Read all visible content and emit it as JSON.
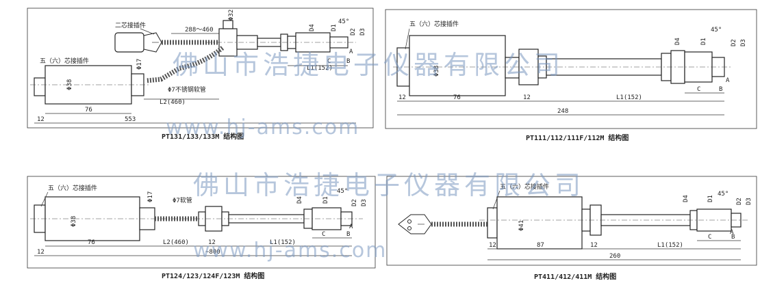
{
  "panels": [
    {
      "caption": "PT131/133/133M 结构图",
      "labels": {
        "connector2": "二芯接插件",
        "connector56": "五（六）芯接插件",
        "hose": "Φ7不锈钢软管",
        "d38": "Φ38",
        "d17": "Φ17",
        "d32": "Φ32",
        "len_range": "288～460",
        "l2": "L2(460)",
        "l1": "L1(152)",
        "dim76": "76",
        "dim12": "12",
        "dim553": "553",
        "c": "C",
        "b": "B",
        "a": "A",
        "d1": "D1",
        "d2": "D2",
        "d3": "D3",
        "d4": "D4",
        "angle": "45°"
      }
    },
    {
      "caption": "PT111/112/111F/112M 结构图",
      "labels": {
        "connector56": "五（六）芯接插件",
        "d38": "Φ38",
        "dim12a": "12",
        "dim76": "76",
        "dim12b": "12",
        "l1": "L1(152)",
        "dim248": "248",
        "c": "C",
        "b": "B",
        "a": "A",
        "d1": "D1",
        "d2": "D2",
        "d3": "D3",
        "d4": "D4",
        "angle": "45°"
      }
    },
    {
      "caption": "PT124/123/124F/123M 结构图",
      "labels": {
        "connector56": "五（六）芯接插件",
        "hose": "Φ7软管",
        "d38": "Φ38",
        "d17": "Φ17",
        "dim12": "12",
        "dim76": "76",
        "l2": "L2(460)",
        "dim12b": "12",
        "l1": "L1(152)",
        "dim800": "~800",
        "c": "C",
        "b": "B",
        "a": "A",
        "d1": "D1",
        "d2": "D2",
        "d3": "D3",
        "d4": "D4",
        "angle": "45°"
      }
    },
    {
      "caption": "PT411/412/411M 结构图",
      "labels": {
        "connector56": "五（六）芯接插件",
        "d41": "Φ41",
        "dim12": "12",
        "dim87": "87",
        "dim12b": "12",
        "l1": "L1(152)",
        "dim260": "260",
        "c": "C",
        "b": "B",
        "a": "A",
        "d1": "D1",
        "d2": "D2",
        "d3": "D3",
        "d4": "D4",
        "angle": "45°"
      }
    }
  ],
  "watermark": {
    "company": "佛山市浩捷电子仪器有限公司",
    "url": "www.hj-ams.com"
  },
  "colors": {
    "line": "#222222",
    "watermark": "#7a97c0"
  }
}
